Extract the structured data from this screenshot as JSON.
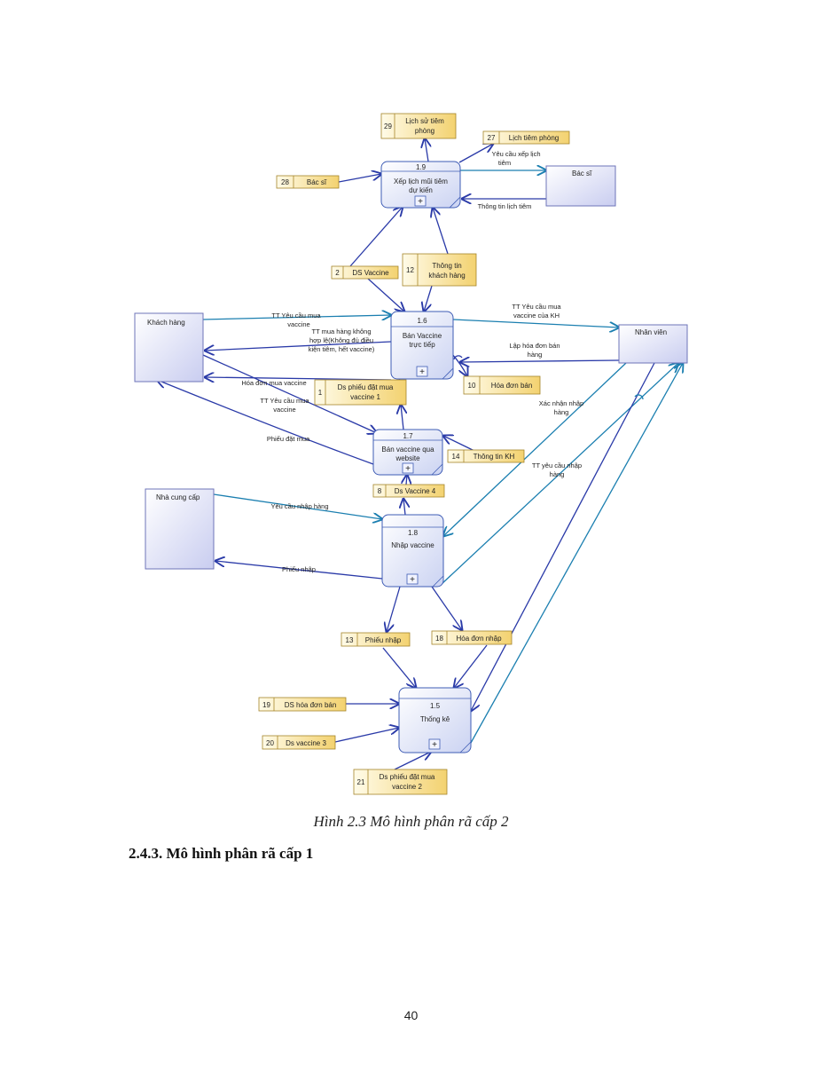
{
  "processes": {
    "p19": {
      "id": "1.9",
      "name_l1": "Xếp lịch mũi tiêm",
      "name_l2": "dự kiến"
    },
    "p16": {
      "id": "1.6",
      "name_l1": "Bán Vaccine",
      "name_l2": "trực tiếp"
    },
    "p17": {
      "id": "1.7",
      "name_l1": "Bán vaccine qua",
      "name_l2": "website"
    },
    "p18": {
      "id": "1.8",
      "name_l1": "Nhập vaccine",
      "name_l2": ""
    },
    "p15": {
      "id": "1.5",
      "name_l1": "Thống kê",
      "name_l2": ""
    }
  },
  "entities": {
    "bacsi": "Bác sĩ",
    "khachhang": "Khách hàng",
    "nhanvien": "Nhân viên",
    "nhacungcap": "Nhà cung cấp"
  },
  "stores": {
    "s29": {
      "num": "29",
      "l1": "Lịch sử tiêm",
      "l2": "phòng"
    },
    "s27": {
      "num": "27",
      "l1": "Lịch tiêm phòng",
      "l2": ""
    },
    "s28": {
      "num": "28",
      "l1": "Bác sĩ",
      "l2": ""
    },
    "s2": {
      "num": "2",
      "l1": "DS Vaccine",
      "l2": ""
    },
    "s12": {
      "num": "12",
      "l1": "Thông tin",
      "l2": "khách hàng"
    },
    "s10": {
      "num": "10",
      "l1": "Hóa đơn bán",
      "l2": ""
    },
    "s1": {
      "num": "1",
      "l1": "Ds phiếu đặt mua",
      "l2": "vaccine 1"
    },
    "s14": {
      "num": "14",
      "l1": "Thông tin KH",
      "l2": ""
    },
    "s8": {
      "num": "8",
      "l1": "Ds Vaccine 4",
      "l2": ""
    },
    "s13": {
      "num": "13",
      "l1": "Phiếu nhập",
      "l2": ""
    },
    "s18": {
      "num": "18",
      "l1": "Hóa đơn nhập",
      "l2": ""
    },
    "s19": {
      "num": "19",
      "l1": "DS hóa đơn bán",
      "l2": ""
    },
    "s20": {
      "num": "20",
      "l1": "Ds vaccine 3",
      "l2": ""
    },
    "s21": {
      "num": "21",
      "l1": "Ds phiếu đặt mua",
      "l2": "vaccine 2"
    }
  },
  "flows": {
    "yc_xep_lich_l1": "Yêu cầu xếp lịch",
    "yc_xep_lich_l2": "tiêm",
    "tt_lich_tiem": "Thông tin lịch tiêm",
    "tt_yc_mua_l1": "TT Yêu cầu mua",
    "tt_yc_mua_l2": "vaccine",
    "tt_khong_hop_le_l1": "TT mua hàng không",
    "tt_khong_hop_le_l2": "hợp lệ(Không đủ điều",
    "tt_khong_hop_le_l3": "kiện tiêm, hết vaccine)",
    "hoa_don_mua": "Hóa đơn mua vaccine",
    "tt_yc_mua_kh_l1": "TT Yêu cầu mua",
    "tt_yc_mua_kh_l2": "vaccine của KH",
    "lap_hd_l1": "Lập hóa đơn bán",
    "lap_hd_l2": "hàng",
    "tt_yc_mua2_l1": "TT Yêu cầu mua",
    "tt_yc_mua2_l2": "vaccine",
    "phieu_dat_mua": "Phiếu đặt mua",
    "xac_nhan_nhap_l1": "Xác nhận nhập",
    "xac_nhan_nhap_l2": "hàng",
    "tt_yc_nhap_l1": "TT yêu cầu nhập",
    "tt_yc_nhap_l2": "hàng",
    "yc_nhap_hang": "Yêu cầu nhập hàng",
    "phieu_nhap": "Phiếu nhập"
  },
  "page": {
    "caption": "Hình 2.3 Mô hình phân rã cấp 2",
    "heading": "2.4.3.  Mô hình phân rã cấp 1",
    "page_number": "40"
  }
}
